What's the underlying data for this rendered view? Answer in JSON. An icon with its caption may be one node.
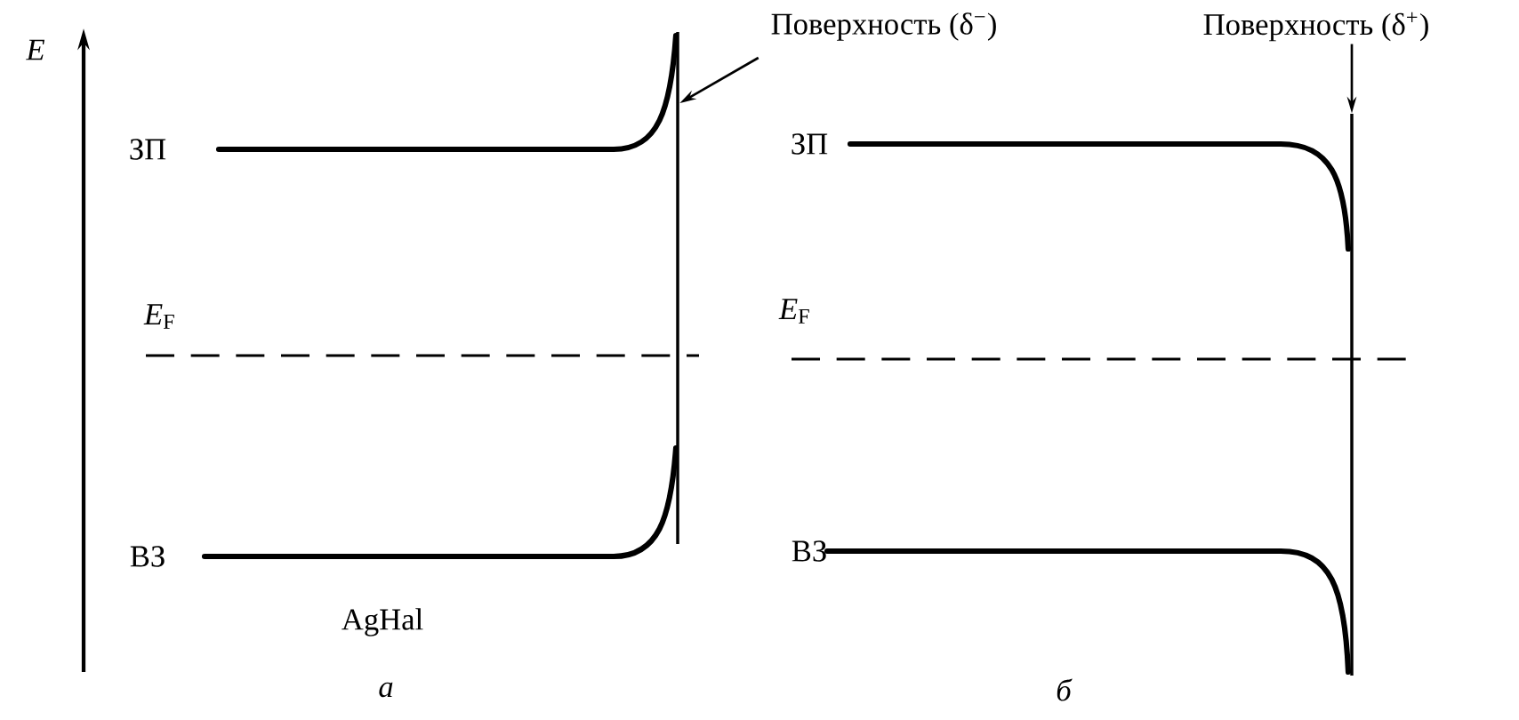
{
  "diagram": {
    "nodes": [
      {
        "text": [
          "Поверхность (δ$^{−}$)"
        ]
      },
      {
        "text": [],
        "shape": "line"
      },
      {
        "text": [
          "Поверхность (δ$^{+}$)"
        ]
      },
      {
        "text": [],
        "shape": "line"
      }
    ],
    "edges": [
      {
        "from": 0,
        "to": 1,
        "arrow": "to"
      },
      {
        "from": 2,
        "to": 3,
        "arrow": "to"
      }
    ],
    "labels": [
      "E",
      "ЗП",
      "*E*$_{F}$",
      "ВЗ",
      "AgHal",
      "a",
      "ЗП",
      "*E*$_{F}$",
      "ВЗ",
      "б"
    ]
  }
}
